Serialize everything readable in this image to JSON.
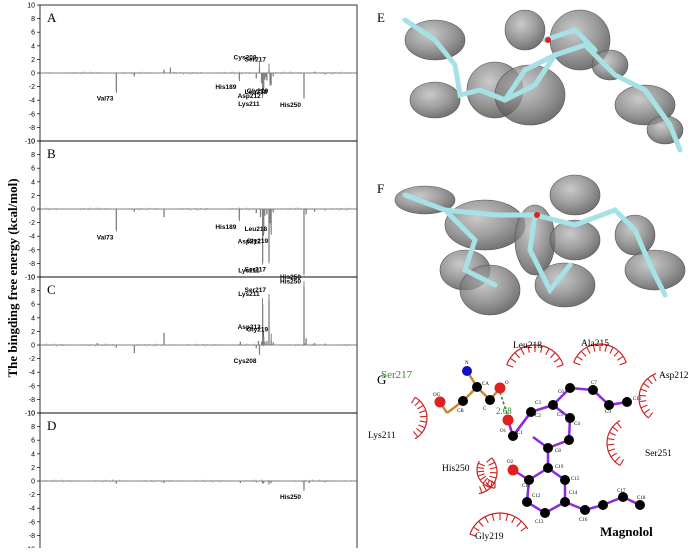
{
  "figure": {
    "ylabel": "The bingding free energy (kcal/mol)"
  },
  "chart_data": [
    {
      "type": "bar",
      "panel": "A",
      "ylim": [
        -10,
        10
      ],
      "yticks": [
        -10,
        -8,
        -6,
        -4,
        -2,
        0,
        2,
        4,
        6,
        8,
        10
      ],
      "x_range": [
        1,
        300
      ],
      "values": [
        [
          73,
          -2.6
        ],
        [
          90,
          -0.5
        ],
        [
          118,
          0.5
        ],
        [
          124,
          0.8
        ],
        [
          189,
          -0.9
        ],
        [
          205,
          -0.8
        ],
        [
          208,
          0.8
        ],
        [
          210,
          -1.5
        ],
        [
          211,
          -3.4
        ],
        [
          212,
          -2.2
        ],
        [
          213,
          -1.0
        ],
        [
          214,
          -0.6
        ],
        [
          215,
          -1.1
        ],
        [
          217,
          0.5
        ],
        [
          218,
          -1.6
        ],
        [
          219,
          -1.5
        ],
        [
          221,
          -0.5
        ],
        [
          250,
          -3.5
        ],
        [
          260,
          0.2
        ],
        [
          270,
          -0.2
        ]
      ],
      "annotations": [
        {
          "text": "Val73",
          "residue": 73,
          "value": -2.6,
          "pos": "below"
        },
        {
          "text": "Cys208",
          "residue": 208,
          "value": 0.8,
          "pos": "above"
        },
        {
          "text": "Ser217",
          "residue": 217,
          "value": 0.5,
          "pos": "above"
        },
        {
          "text": "His189",
          "residue": 189,
          "value": -0.9,
          "pos": "below"
        },
        {
          "text": "Asp212",
          "residue": 212,
          "value": -2.2,
          "pos": "below"
        },
        {
          "text": "Gly219",
          "residue": 219,
          "value": -1.5,
          "pos": "below"
        },
        {
          "text": "Leu218",
          "residue": 218,
          "value": -1.6,
          "pos": "below"
        },
        {
          "text": "Lys211",
          "residue": 211,
          "value": -3.4,
          "pos": "below"
        },
        {
          "text": "His250",
          "residue": 250,
          "value": -3.5,
          "pos": "below"
        }
      ]
    },
    {
      "type": "bar",
      "panel": "B",
      "ylim": [
        -10,
        10
      ],
      "yticks": [
        -10,
        -8,
        -6,
        -4,
        -2,
        0,
        2,
        4,
        6,
        8,
        10
      ],
      "x_range": [
        1,
        300
      ],
      "values": [
        [
          73,
          -3.0
        ],
        [
          90,
          -0.4
        ],
        [
          118,
          -1.2
        ],
        [
          189,
          -1.5
        ],
        [
          205,
          -0.6
        ],
        [
          209,
          -1.2
        ],
        [
          211,
          -7.9
        ],
        [
          212,
          -3.6
        ],
        [
          213,
          -1.0
        ],
        [
          215,
          -0.8
        ],
        [
          217,
          -7.7
        ],
        [
          218,
          -1.8
        ],
        [
          219,
          -3.5
        ],
        [
          221,
          -0.5
        ],
        [
          250,
          -9.5
        ],
        [
          252,
          -0.8
        ],
        [
          260,
          -0.4
        ],
        [
          270,
          -0.2
        ]
      ],
      "annotations": [
        {
          "text": "Val73",
          "residue": 73,
          "value": -3.0,
          "pos": "below"
        },
        {
          "text": "His189",
          "residue": 189,
          "value": -1.5,
          "pos": "below"
        },
        {
          "text": "Leu218",
          "residue": 218,
          "value": -1.8,
          "pos": "below"
        },
        {
          "text": "Asp212",
          "residue": 212,
          "value": -3.6,
          "pos": "below"
        },
        {
          "text": "Gly219",
          "residue": 219,
          "value": -3.5,
          "pos": "below"
        },
        {
          "text": "Ser217",
          "residue": 217,
          "value": -7.7,
          "pos": "below"
        },
        {
          "text": "Lys211",
          "residue": 211,
          "value": -7.9,
          "pos": "below"
        },
        {
          "text": "His250",
          "residue": 250,
          "value": -9.5,
          "pos": "below"
        }
      ]
    },
    {
      "type": "bar",
      "panel": "C",
      "ylim": [
        -10,
        10
      ],
      "yticks": [
        -10,
        -8,
        -6,
        -4,
        -2,
        0,
        2,
        4,
        6,
        8,
        10
      ],
      "x_range": [
        1,
        300
      ],
      "values": [
        [
          55,
          0.3
        ],
        [
          73,
          -0.4
        ],
        [
          90,
          -1.2
        ],
        [
          118,
          1.8
        ],
        [
          190,
          0.5
        ],
        [
          205,
          -0.5
        ],
        [
          207,
          0.6
        ],
        [
          208,
          -1.2
        ],
        [
          210,
          0.5
        ],
        [
          211,
          6.0
        ],
        [
          212,
          1.2
        ],
        [
          213,
          0.5
        ],
        [
          215,
          0.6
        ],
        [
          217,
          6.6
        ],
        [
          219,
          0.8
        ],
        [
          221,
          0.4
        ],
        [
          250,
          8.5
        ],
        [
          252,
          1.0
        ],
        [
          260,
          0.3
        ],
        [
          270,
          0.2
        ]
      ],
      "annotations": [
        {
          "text": "Lys211",
          "residue": 211,
          "value": 6.0,
          "pos": "above"
        },
        {
          "text": "Ser217",
          "residue": 217,
          "value": 6.6,
          "pos": "above"
        },
        {
          "text": "His250",
          "residue": 250,
          "value": 8.5,
          "pos": "above"
        },
        {
          "text": "Asp212",
          "residue": 212,
          "value": 1.2,
          "pos": "above"
        },
        {
          "text": "Gly219",
          "residue": 219,
          "value": 0.8,
          "pos": "above"
        },
        {
          "text": "Cys208",
          "residue": 208,
          "value": -1.2,
          "pos": "below"
        }
      ]
    },
    {
      "type": "bar",
      "panel": "D",
      "ylim": [
        -10,
        10
      ],
      "yticks": [
        -10,
        -8,
        -6,
        -4,
        -2,
        0,
        2,
        4,
        6,
        8,
        10
      ],
      "x_range": [
        1,
        300
      ],
      "values": [
        [
          73,
          -0.4
        ],
        [
          118,
          -0.3
        ],
        [
          190,
          -0.3
        ],
        [
          205,
          -0.2
        ],
        [
          211,
          -0.4
        ],
        [
          212,
          -0.3
        ],
        [
          217,
          -0.5
        ],
        [
          219,
          -0.3
        ],
        [
          250,
          -1.2
        ],
        [
          255,
          -0.3
        ],
        [
          270,
          -0.2
        ]
      ],
      "annotations": [
        {
          "text": "His250",
          "residue": 250,
          "value": -1.2,
          "pos": "below"
        }
      ]
    }
  ],
  "right": {
    "panel_e": {
      "letter": "E"
    },
    "panel_f": {
      "letter": "F"
    },
    "panel_g": {
      "letter": "G",
      "molecule": "Magnolol",
      "hbond_residue": "Ser217",
      "hbond_distance": "2.68",
      "residues": [
        "Leu218",
        "Ala215",
        "Asp212",
        "Lys211",
        "His250",
        "Ser251",
        "Gly219"
      ],
      "atoms": {
        "n": "N",
        "ca": "CA",
        "c": "C",
        "o": "O",
        "og": "OG",
        "cb": "CB",
        "o1": "O1",
        "c1": "C1",
        "c2": "C2",
        "c3": "C3",
        "c4": "C4",
        "c5": "C5",
        "c6": "C6",
        "c7": "C7",
        "c8": "C8",
        "c9": "C9",
        "c10": "C10",
        "o2": "O2",
        "c11": "C11",
        "c12": "C12",
        "c13": "C13",
        "c14": "C14",
        "c15": "C15",
        "c16": "C16",
        "c17": "C17",
        "c18": "C18",
        "c19": "C19"
      }
    }
  },
  "colors": {
    "bar": "#7f7f7f",
    "axis": "#000000",
    "bond_ligand": "#8a2be2",
    "bond_residue": "#c68a2e",
    "hbond": "#2e8b2e",
    "hydrophobic": "#cc2222",
    "oxygen": "#e02020",
    "nitrogen": "#1010c8",
    "carbon": "#000000",
    "density": "#6e6e6e",
    "stick": "#a6e1e6"
  }
}
